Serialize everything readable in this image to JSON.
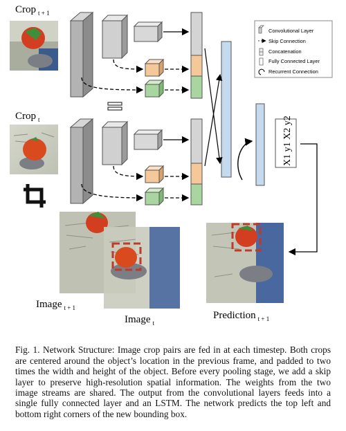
{
  "figure": {
    "labels": {
      "crop_prev": "Crop",
      "crop_prev_sub": "t + 1",
      "crop_curr": "Crop",
      "crop_curr_sub": "t",
      "image_prev": "Image",
      "image_prev_sub": "t + 1",
      "image_curr": "Image",
      "image_curr_sub": "t",
      "prediction": "Prediction",
      "prediction_sub": "t + 1",
      "output_coords": "X1 y1 X2 y2"
    },
    "legend": {
      "items": [
        "Convolutional Layer",
        "Skip Connection",
        "Concatenation",
        "Fully Connected Layer",
        "Recurrent Connection"
      ]
    },
    "colors": {
      "conv": "#bdbdbd",
      "skip_orange": "#f5c89a",
      "skip_green": "#a8d5a0",
      "fc_blue": "#c5d9ef",
      "box_red": "#c0392b"
    }
  },
  "caption": {
    "text": "Fig. 1.  Network Structure: Image crop pairs are fed in at each timestep. Both crops are centered around the object’s location in the previous frame, and padded to two times the width and height of the object. Before every pooling stage, we add a skip layer to preserve high-resolution spatial information. The weights from the two image streams are shared. The output from the convolutional layers feeds into a single fully connected layer and an LSTM. The network predicts the top left and bottom right corners of the new bounding box."
  }
}
